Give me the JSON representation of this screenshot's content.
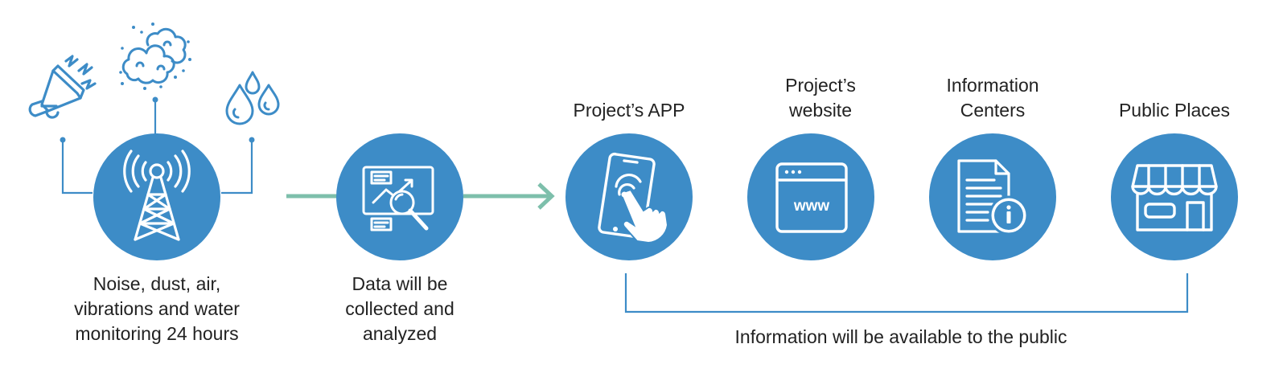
{
  "colors": {
    "primary": "#3d8cc7",
    "arrow": "#7dbfab",
    "text": "#222222",
    "icon_fill": "#ffffff"
  },
  "sensing": {
    "icons": [
      "megaphone-icon",
      "dust-cloud-icon",
      "water-drops-icon"
    ],
    "hub_icon": "antenna-tower-icon",
    "label_lines": [
      "Noise, dust, air,",
      "vibrations and water",
      "monitoring 24 hours"
    ]
  },
  "analysis": {
    "icon": "data-analysis-icon",
    "label_lines": [
      "Data will be",
      "collected and",
      "analyzed"
    ]
  },
  "channels": [
    {
      "icon": "smartphone-touch-icon",
      "label_lines": [
        "Project’s APP"
      ]
    },
    {
      "icon": "website-icon",
      "label_lines": [
        "Project’s",
        "website"
      ],
      "www_text": "www"
    },
    {
      "icon": "info-document-icon",
      "label_lines": [
        "Information",
        "Centers"
      ]
    },
    {
      "icon": "storefront-icon",
      "label_lines": [
        "Public Places"
      ]
    }
  ],
  "availability": {
    "label": "Information will be available to the public"
  }
}
